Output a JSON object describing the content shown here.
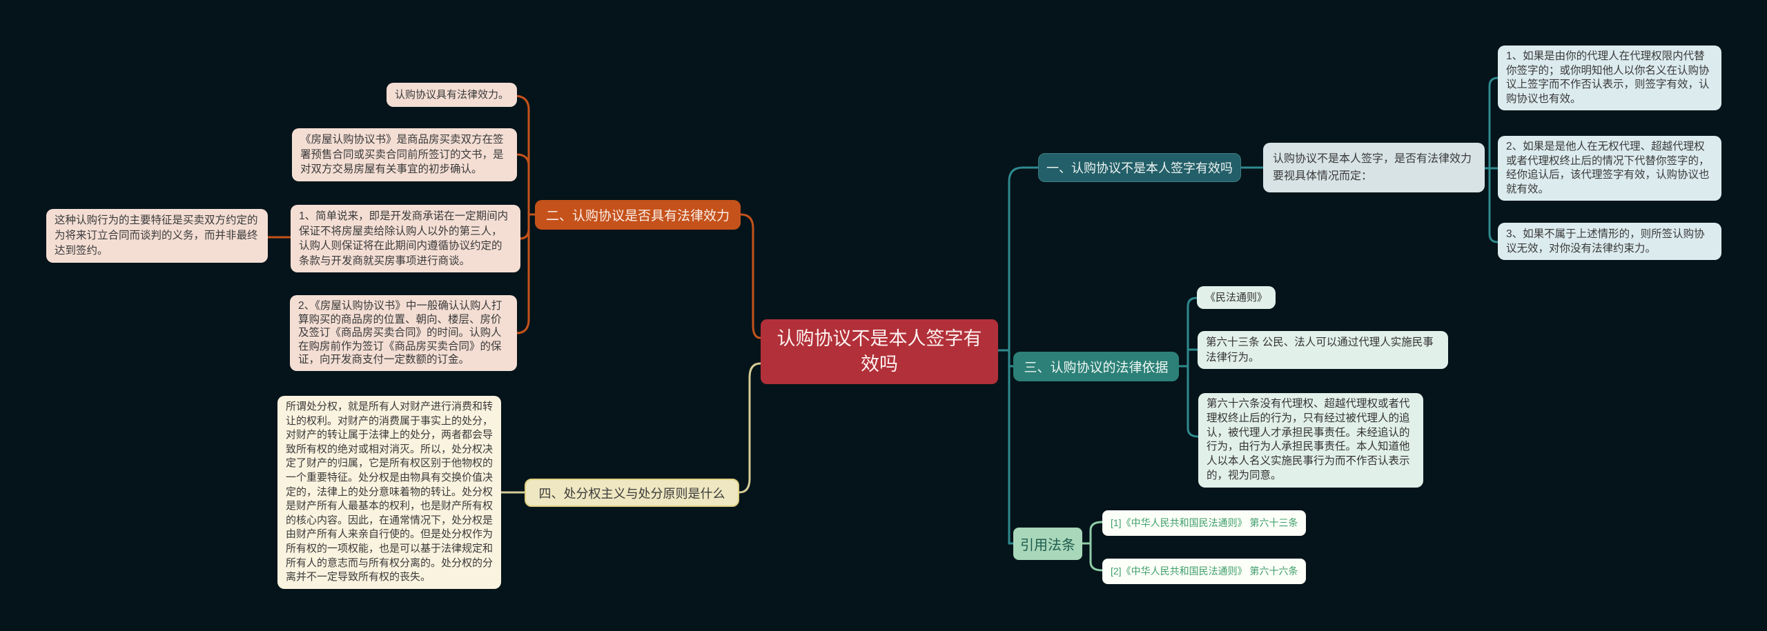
{
  "central_topic": {
    "text": "认购协议不是本人签字有效吗"
  },
  "branch_one": {
    "label": "一、认购协议不是本人签字有效吗",
    "summary": "认购协议不是本人签字，是否有法律效力要视具体情况而定：",
    "cases": [
      "1、如果是由你的代理人在代理权限内代替你签字的；或你明知他人以你名义在认购协议上签字而不作否认表示，则签字有效，认购协议也有效。",
      "2、如果是是他人在无权代理、超越代理权或者代理权终止后的情况下代替你签字的，经你追认后，该代理签字有效，认购协议也就有效。",
      "3、如果不属于上述情形的，则所签认购协议无效，对你没有法律约束力。"
    ]
  },
  "branch_two": {
    "label": "二、认购协议是否具有法律效力",
    "children": [
      "认购协议具有法律效力。",
      "《房屋认购协议书》是商品房买卖双方在签署预售合同或买卖合同前所签订的文书，是对双方交易房屋有关事宜的初步确认。",
      "1、简单说来，即是开发商承诺在一定期间内保证不将房屋卖给除认购人以外的第三人，认购人则保证将在此期间内遵循协议约定的条款与开发商就买房事项进行商谈。",
      "2、《房屋认购协议书》中一般确认认购人打算购买的商品房的位置、朝向、楼层、房价及签订《商品房买卖合同》的时间。认购人在购房前作为签订《商品房买卖合同》的保证，向开发商支付一定数额的订金。"
    ],
    "note": "这种认购行为的主要特征是买卖双方约定的为将来订立合同而谈判的义务，而并非最终达到签约。"
  },
  "branch_three": {
    "label": "三、认购协议的法律依据",
    "law": "《民法通则》",
    "articles": [
      "第六十三条 公民、法人可以通过代理人实施民事法律行为。",
      "第六十六条没有代理权、超越代理权或者代理权终止后的行为，只有经过被代理人的追认，被代理人才承担民事责任。未经追认的行为，由行为人承担民事责任。本人知道他人以本人名义实施民事行为而不作否认表示的，视为同意。"
    ]
  },
  "branch_four": {
    "label": "四、处分权主义与处分原则是什么",
    "detail": "所谓处分权，就是所有人对财产进行消费和转让的权利。对财产的消费属于事实上的处分，对财产的转让属于法律上的处分，两者都会导致所有权的绝对或相对消灭。所以，处分权决定了财产的归属，它是所有权区别于他物权的一个重要特征。处分权是由物具有交换价值决定的，法律上的处分意味着物的转让。处分权是财产所有人最基本的权利，也是财产所有权的核心内容。因此，在通常情况下，处分权是由财产所有人来亲自行使的。但是处分权作为所有权的一项权能，也是可以基于法律规定和所有人的意志而与所有权分离的。处分权的分离并不一定导致所有权的丧失。"
  },
  "citations": {
    "label": "引用法条",
    "items": [
      "[1]《中华人民共和国民法通则》 第六十三条",
      "[2]《中华人民共和国民法通则》 第六十六条"
    ]
  },
  "colors": {
    "background": "#05141a",
    "central_red": "#b23039",
    "branch_orange": "#c5521b",
    "branch_teal_dark": "#235f68",
    "branch_teal_green": "#2c8077",
    "branch_yellow": "#efe7c1",
    "citation_node_green": "#a9d7ba",
    "citation_text_green": "#3f9e6c",
    "pink_box": "#f4ded4",
    "cream_box": "#faf3df",
    "mint_box": "#e2f0ea",
    "blue_box": "#d8e3e5",
    "pale_blue_box": "#dcebee",
    "line_orange": "#c5521b",
    "line_teal": "#2e8a8f",
    "line_yellow": "#d6cc96",
    "line_green": "#8fcda8"
  }
}
